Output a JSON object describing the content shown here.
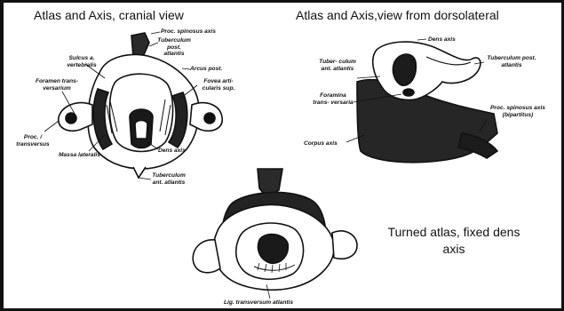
{
  "titles": {
    "cranial": "Atlas and Axis, cranial view",
    "dorsolateral": "Atlas and Axis,view from dorsolateral",
    "turned": "Turned atlas, fixed dens axis"
  },
  "labels": {
    "proc_spinosus_axis": "Proc. spinosus axis",
    "tuberculum_post_atlantis": "Tuberculum post. atlantis",
    "sulcus_a_vertebralis": "Sulcus a. vertebralis",
    "arcus_post": "Arcus post.",
    "foramen_transversarium": "Foramen trans- versarium",
    "fovea_articularis_sup": "Fovea arti- cularis sup.",
    "proc_transversus": "Proc. / transversus",
    "massa_lateralis": "Massa lateralis",
    "dens_axis_1": "Dens axis",
    "tuberculum_ant_atlantis_1": "Tuberculum ant. atlantis",
    "dens_axis_2": "Dens axis",
    "tuberculum_ant_atlantis_2": "Tuber- culum ant. atlantis",
    "tuberculum_post_atlantis_2": "Tuberculum post. atlantis",
    "foramina_transversaria": "Foramina trans- versaria",
    "proc_spinosus_axis_biparitus": "Proc. spinosus axis (bipartitus)",
    "corpus_axis": "Corpus axis",
    "lig_transversum_atlantis": "Lig. transversum atlantis"
  }
}
